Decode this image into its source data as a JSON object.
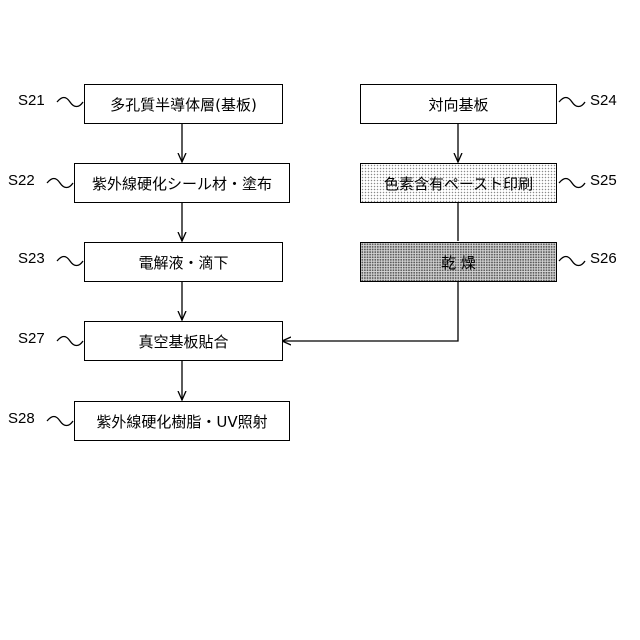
{
  "steps": [
    {
      "id": "S21",
      "label": "S21",
      "text": "多孔質半導体層(基板)"
    },
    {
      "id": "S22",
      "label": "S22",
      "text": "紫外線硬化シール材・塗布"
    },
    {
      "id": "S23",
      "label": "S23",
      "text": "電解液・滴下"
    },
    {
      "id": "S27",
      "label": "S27",
      "text": "真空基板貼合"
    },
    {
      "id": "S28",
      "label": "S28",
      "text": "紫外線硬化樹脂・UV照射"
    },
    {
      "id": "S24",
      "label": "S24",
      "text": "対向基板"
    },
    {
      "id": "S25",
      "label": "S25",
      "text": "色素含有ペースト印刷"
    },
    {
      "id": "S26",
      "label": "S26",
      "text": "乾 燥"
    }
  ]
}
